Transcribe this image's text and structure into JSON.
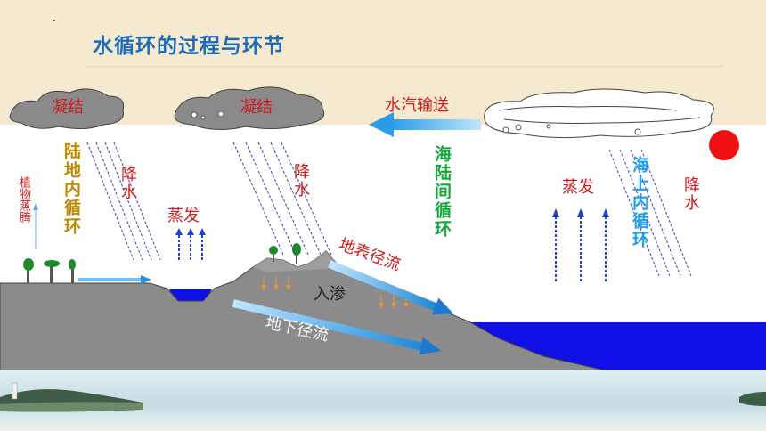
{
  "title": "水循环的过程与环节",
  "labels": {
    "condensation_left": "凝结",
    "condensation_mid": "凝结",
    "vapor_transport": "水汽输送",
    "land_cycle": "陆地内循环",
    "precip_left": "降水",
    "plant_transpiration": "植物蒸腾",
    "evaporation_land": "蒸发",
    "precip_mid": "降水",
    "sea_land_cycle": "海陆间循环",
    "surface_runoff": "地表径流",
    "infiltration": "入渗",
    "groundwater_runoff": "地下径流",
    "evaporation_sea": "蒸发",
    "sea_cycle": "海上内循环",
    "precip_right": "降水"
  },
  "colors": {
    "title": "#1e6bb8",
    "red_text": "#d11a1a",
    "green_text": "#12a83a",
    "gold_text": "#c08a00",
    "cyan_text": "#1fa0e8",
    "arrow_blue": "#1e9be0",
    "ocean": "#1010e6",
    "ground": "#8c8c8c",
    "sun": "#ee1111"
  }
}
